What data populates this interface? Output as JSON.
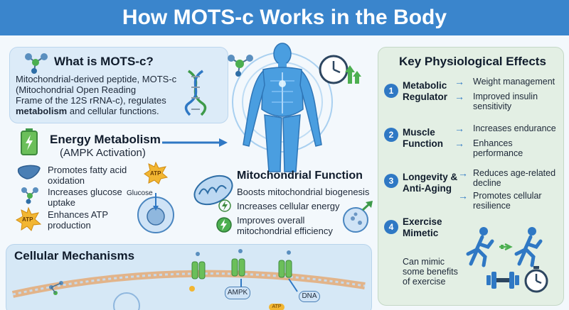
{
  "title": "How MOTS-c Works in the Body",
  "what_is": {
    "heading": "What is MOTS-c?",
    "body_lines": [
      "Mitochondrial-derived peptide, MOTS-c",
      "(Mitochondrial Open Reading",
      "Frame of the 12S rRNA-c), regulates"
    ],
    "body_bold": "metabolism",
    "body_tail": " and cellular functions."
  },
  "energy": {
    "heading": "Energy Metabolism",
    "subheading": "(AMPK Activation)",
    "items": [
      {
        "line1": "Promotes fatty acid",
        "line2": "oxidation"
      },
      {
        "line1": "Increases glucose",
        "line2": "uptake"
      },
      {
        "line1": "Enhances ATP",
        "line2": "production"
      }
    ],
    "atp_label": "ATP",
    "glucose_label": "Glucose"
  },
  "mito": {
    "heading": "Mitochondrial Function",
    "items": [
      "Boosts mitochondrial biogenesis",
      "Increases cellular energy",
      "Improves overall",
      "mitochondrial efficiency"
    ]
  },
  "cellular": {
    "heading": "Cellular Mechanisms",
    "ampk_label": "AMPK",
    "dna_label": "DNA",
    "atp_label": "ATP"
  },
  "key_effects": {
    "heading": "Key Physiological Effects",
    "groups": [
      {
        "num": "1",
        "line1": "Metabolic",
        "line2": "Regulator",
        "effects": [
          {
            "l1": "Weight management",
            "l2": ""
          },
          {
            "l1": "Improved insulin",
            "l2": "sensitivity"
          }
        ]
      },
      {
        "num": "2",
        "line1": "Muscle",
        "line2": "Function",
        "effects": [
          {
            "l1": "Increases endurance",
            "l2": ""
          },
          {
            "l1": "Enhances",
            "l2": "performance"
          }
        ]
      },
      {
        "num": "3",
        "line1": "Longevity &",
        "line2": "Anti-Aging",
        "effects": [
          {
            "l1": "Reduces age-related",
            "l2": "decline"
          },
          {
            "l1": "Promotes cellular",
            "l2": "resilience"
          }
        ]
      },
      {
        "num": "4",
        "line1": "Exercise",
        "line2": "Mimetic",
        "effects": []
      }
    ],
    "mimic_lines": [
      "Can mimic",
      "some benefits",
      "of exercise"
    ]
  },
  "colors": {
    "banner": "#3a85cc",
    "accent": "#2f78c4",
    "body_blue": "#4a9ee0",
    "green": "#3e9a4a",
    "atp_yellow": "#f2b632"
  }
}
